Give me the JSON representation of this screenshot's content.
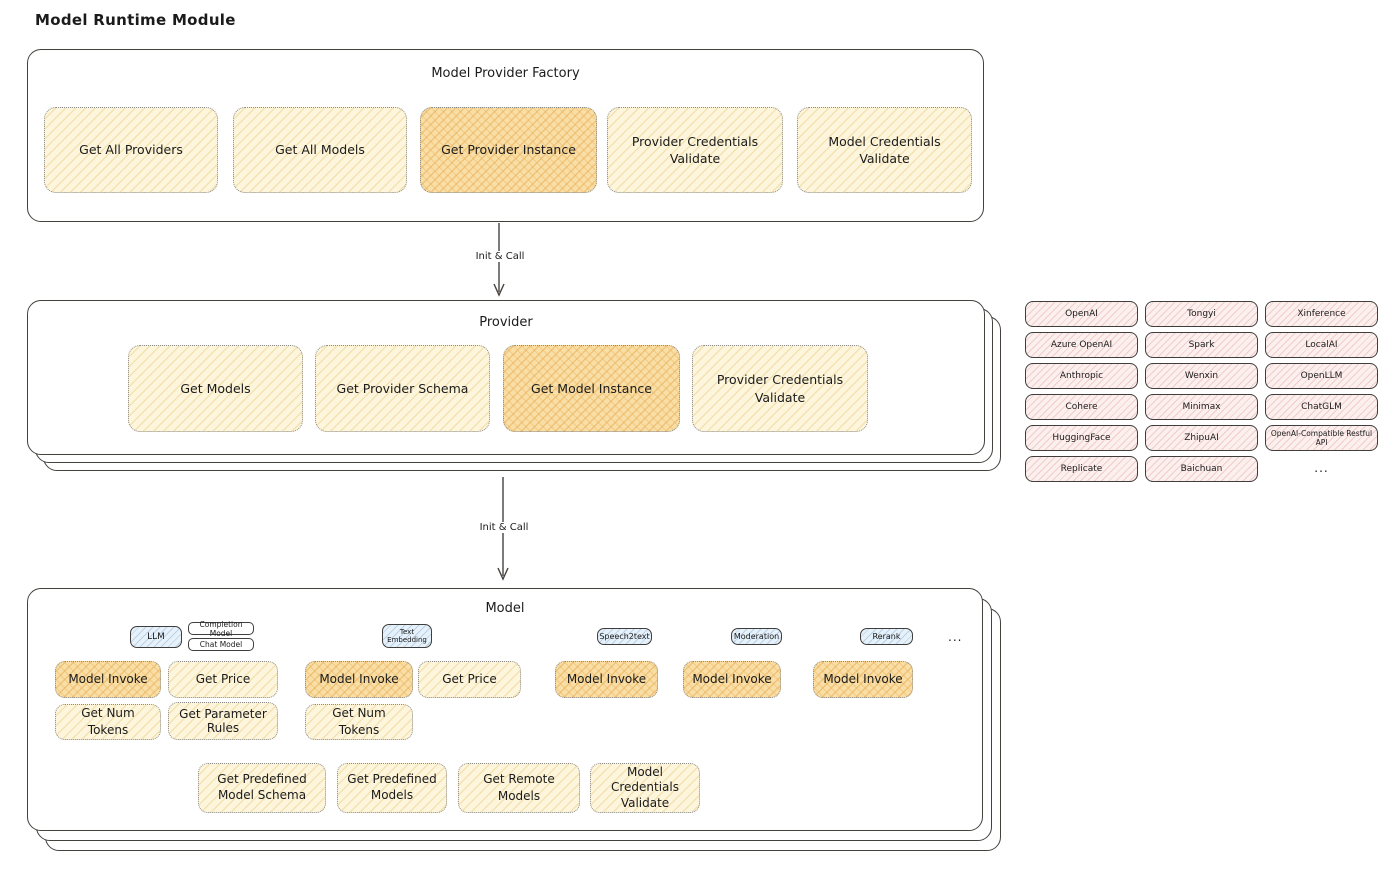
{
  "title": "Model Runtime Module",
  "colors": {
    "node_yellow": "#fdf6dd",
    "node_orange": "#f9dfa6",
    "provider_pink": "#fcf0ef",
    "badge_blue": "#e7f1fa"
  },
  "factory": {
    "title": "Model Provider Factory",
    "boxes": [
      {
        "label": "Get All Providers"
      },
      {
        "label": "Get All Models"
      },
      {
        "label": "Get Provider Instance"
      },
      {
        "label": "Provider Credentials Validate"
      },
      {
        "label": "Model Credentials Validate"
      }
    ]
  },
  "arrows": {
    "factory_to_provider": "Init & Call",
    "provider_to_model": "Init & Call"
  },
  "provider": {
    "title": "Provider",
    "boxes": [
      {
        "label": "Get Models"
      },
      {
        "label": "Get Provider Schema"
      },
      {
        "label": "Get Model Instance"
      },
      {
        "label": "Provider Credentials Validate"
      }
    ]
  },
  "providers_list": {
    "col1": [
      "OpenAI",
      "Azure OpenAI",
      "Anthropic",
      "Cohere",
      "HuggingFace",
      "Replicate"
    ],
    "col2": [
      "Tongyi",
      "Spark",
      "Wenxin",
      "Minimax",
      "ZhipuAI",
      "Baichuan"
    ],
    "col3": [
      "Xinference",
      "LocalAI",
      "OpenLLM",
      "ChatGLM",
      "OpenAI-Compatible Restful API"
    ],
    "more": "..."
  },
  "model": {
    "title": "Model",
    "badges": {
      "llm": "LLM",
      "completion": "Completion Model",
      "chat": "Chat Model",
      "text_embedding": "Text Embedding",
      "speech2text": "Speech2text",
      "moderation": "Moderation",
      "rerank": "Rerank",
      "more": "..."
    },
    "boxes": {
      "llm": [
        "Model Invoke",
        "Get Price",
        "Get Num Tokens",
        "Get Parameter Rules"
      ],
      "text_embedding": [
        "Model Invoke",
        "Get Price",
        "Get Num Tokens"
      ],
      "speech2text": [
        "Model Invoke"
      ],
      "moderation": [
        "Model Invoke"
      ],
      "rerank": [
        "Model Invoke"
      ],
      "shared": [
        "Get Predefined Model Schema",
        "Get Predefined Models",
        "Get Remote Models",
        "Model Credentials Validate"
      ]
    }
  }
}
